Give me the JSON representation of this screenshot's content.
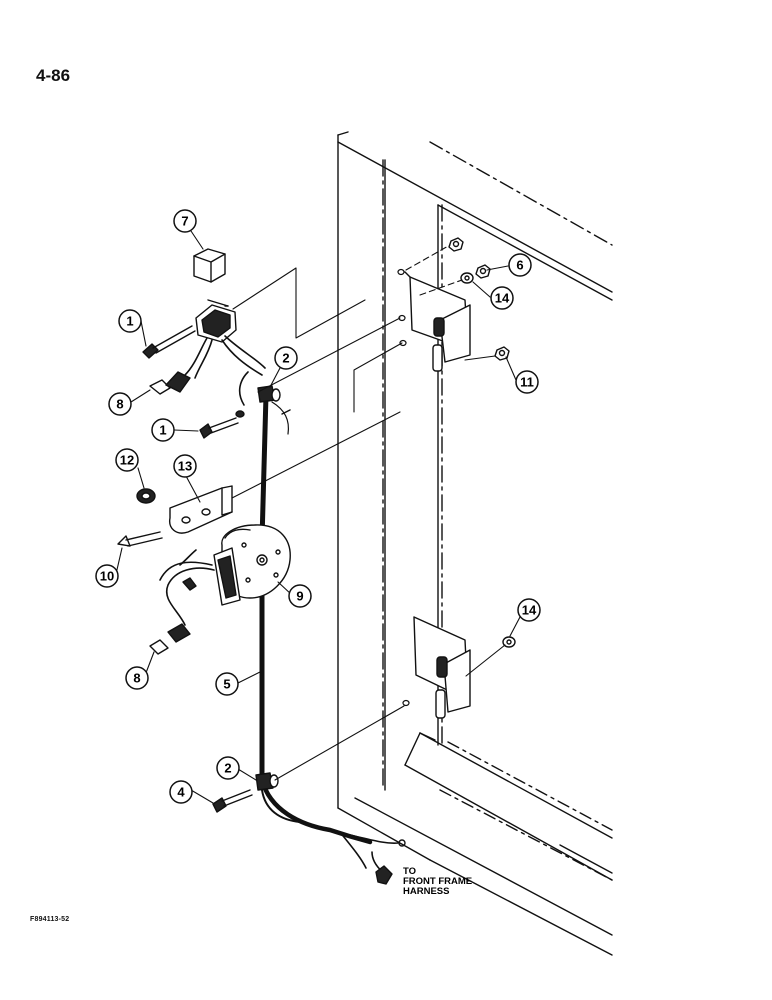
{
  "page_number": "4-86",
  "figure_code": "F894113-52",
  "note_lines": [
    "TO",
    "FRONT FRAME",
    "HARNESS"
  ],
  "callouts": [
    "7",
    "1",
    "8",
    "1",
    "2",
    "12",
    "13",
    "10",
    "9",
    "8",
    "5",
    "2",
    "4",
    "6",
    "14",
    "11",
    "14"
  ]
}
